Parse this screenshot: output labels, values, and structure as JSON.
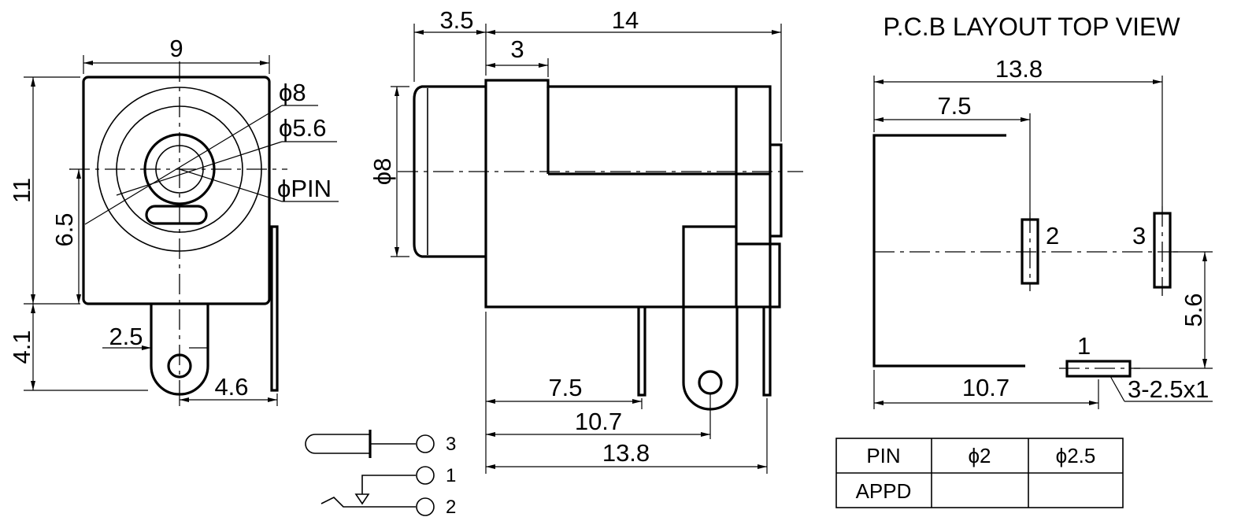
{
  "front_view": {
    "width": "9",
    "height": "11",
    "center_height": "6.5",
    "tab_height": "4.1",
    "tab_hole": "2.5",
    "tab_offset": "4.6",
    "dia_outer": "ϕ8",
    "dia_inner": "ϕ5.6",
    "dia_pin": "ϕPIN"
  },
  "side_view": {
    "collar": "3.5",
    "length": "14",
    "step": "3",
    "diameter": "ϕ8",
    "pin_pos_1": "7.5",
    "pin_pos_2": "10.7",
    "pin_pos_3": "13.8"
  },
  "schematic": {
    "pin_top": "3",
    "pin_mid": "1",
    "pin_bottom": "2"
  },
  "pcb_layout": {
    "title": "P.C.B LAYOUT TOP VIEW",
    "width_total": "13.8",
    "width_pad2": "7.5",
    "width_pad1": "10.7",
    "pad_vertical": "5.6",
    "pad_label_1": "1",
    "pad_label_2": "2",
    "pad_label_3": "3",
    "slot_spec": "3-2.5x1"
  },
  "pin_table": {
    "headers": [
      "PIN",
      "ϕ2",
      "ϕ2.5"
    ],
    "rows": [
      [
        "APPD",
        "",
        ""
      ]
    ]
  }
}
